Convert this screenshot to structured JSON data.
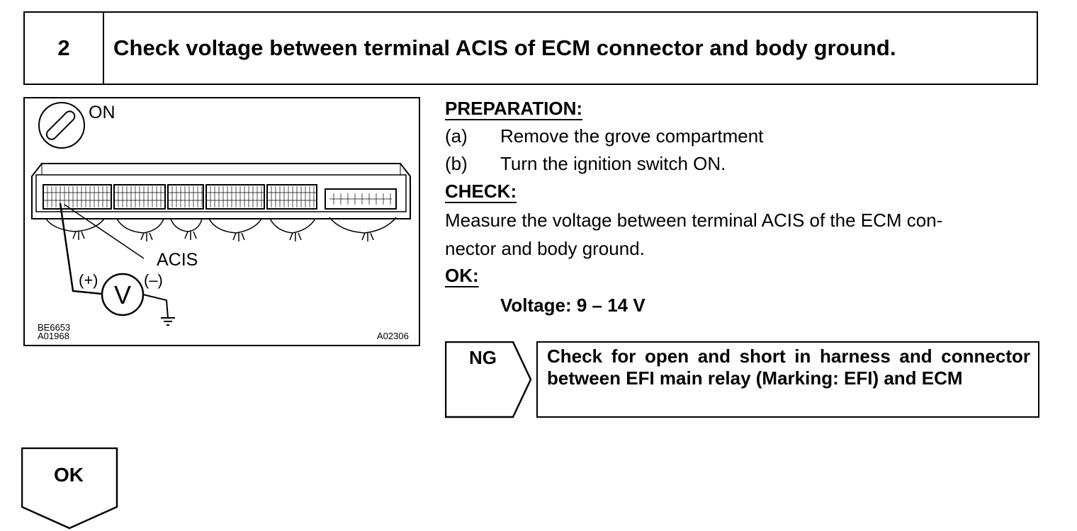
{
  "step": {
    "number": "2",
    "title": "Check voltage between terminal ACIS of ECM connector and body ground."
  },
  "figure": {
    "ignition_label": "ON",
    "terminal_label": "ACIS",
    "plus_label": "(+)",
    "minus_label": "(–)",
    "meter_symbol": "V",
    "code_1": "BE6653",
    "code_2": "A01968",
    "code_3": "A02306",
    "icons": [
      "ignition-key-icon",
      "voltmeter-icon",
      "ground-icon",
      "ecm-connector-icon"
    ]
  },
  "preparation": {
    "heading": "PREPARATION:",
    "items": [
      {
        "marker": "(a)",
        "text": "Remove the grove compartment"
      },
      {
        "marker": "(b)",
        "text": "Turn the ignition switch ON."
      }
    ]
  },
  "check": {
    "heading": "CHECK:",
    "line_1": "Measure the voltage between terminal ACIS of the ECM con-",
    "line_2": "nector and body ground."
  },
  "ok": {
    "heading": "OK:",
    "value": "Voltage: 9 – 14 V"
  },
  "ng_branch": {
    "label": "NG",
    "action": "Check for open and short in harness and connector between EFI main relay (Marking: EFI) and ECM"
  },
  "ok_branch": {
    "label": "OK"
  }
}
